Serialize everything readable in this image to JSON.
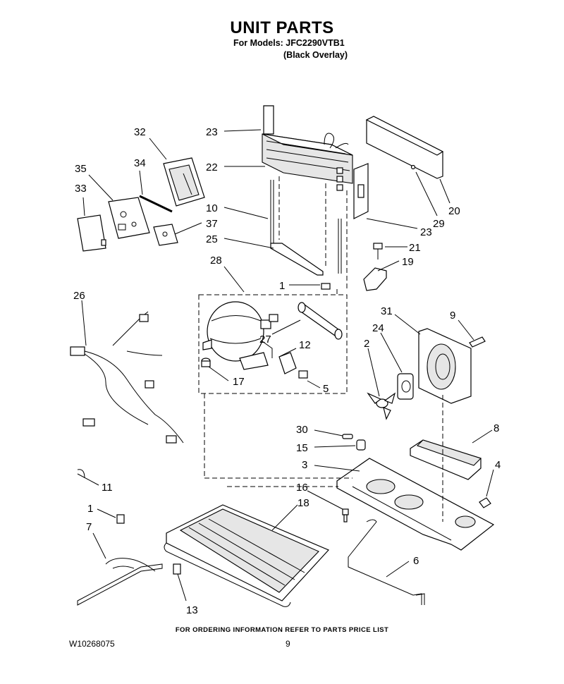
{
  "header": {
    "title": "UNIT PARTS",
    "models_line": "For Models: JFC2290VTB1",
    "overlay_line": "(Black Overlay)"
  },
  "callouts": [
    "23",
    "22",
    "10",
    "25",
    "28",
    "1",
    "32",
    "34",
    "35",
    "33",
    "37",
    "20",
    "29",
    "23",
    "21",
    "19",
    "26",
    "31",
    "9",
    "24",
    "2",
    "27",
    "12",
    "17",
    "5",
    "8",
    "30",
    "15",
    "3",
    "4",
    "16",
    "18",
    "11",
    "1",
    "7",
    "6",
    "13"
  ],
  "footer": {
    "ordering_info": "FOR ORDERING INFORMATION REFER TO PARTS PRICE LIST",
    "document_number": "W10268075",
    "page_number": "9"
  }
}
